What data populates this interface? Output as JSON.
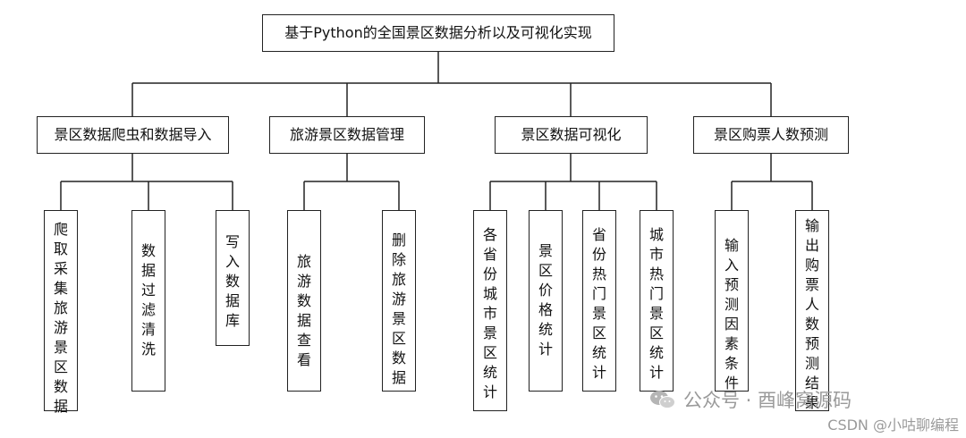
{
  "root": {
    "label": "基于Python的全国景区数据分析以及可视化实现"
  },
  "modules": [
    {
      "label": "景区数据爬虫和数据导入",
      "children": [
        "爬取采集旅游景区数据",
        "数据过滤清洗",
        "写入数据库"
      ]
    },
    {
      "label": "旅游景区数据管理",
      "children": [
        "旅游数据查看",
        "删除旅游景区数据"
      ]
    },
    {
      "label": "景区数据可视化",
      "children": [
        "各省份城市景区统计",
        "景区价格统计",
        "省份热门景区统计",
        "城市热门景区统计"
      ]
    },
    {
      "label": "景区购票人数预测",
      "children": [
        "输入预测因素条件",
        "输出购票人数预测结果"
      ]
    }
  ],
  "watermarks": {
    "wechat": "公众号 · 酉峰窝源码",
    "csdn": "CSDN @小咕聊编程"
  },
  "colors": {
    "line": "#222222",
    "watermark": "#9a9a9a"
  }
}
